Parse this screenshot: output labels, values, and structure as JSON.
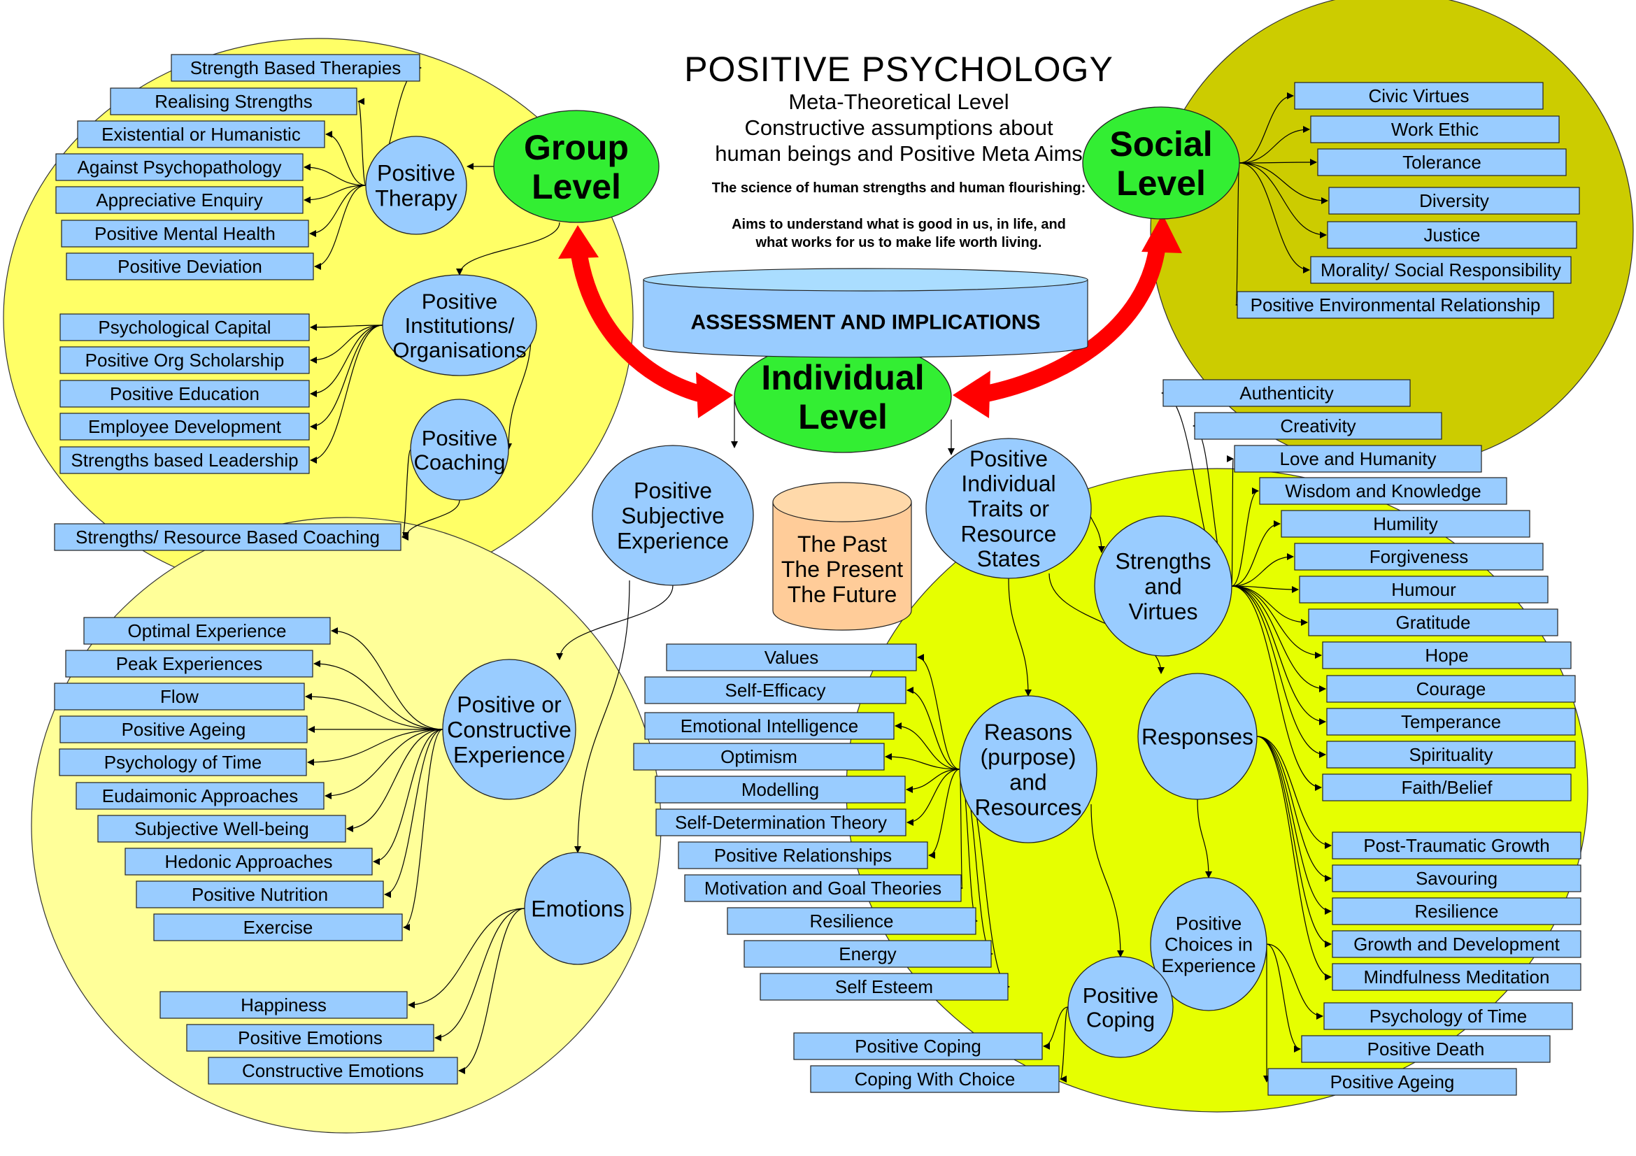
{
  "header": {
    "title": "POSITIVE PSYCHOLOGY",
    "subtitle_lines": [
      "Meta-Theoretical Level",
      "Constructive assumptions about",
      "human beings and Positive Meta Aims"
    ],
    "science_line": "The science of human strengths and human flourishing:",
    "aims_lines": [
      "Aims to understand what is good in us, in life, and",
      "what works for us to make life worth living."
    ]
  },
  "colors": {
    "level_node": "#33ee33",
    "concept_node": "#99ccff",
    "item_box": "#99ccff",
    "group_region": "#ffff66",
    "experience_region": "#ffff99",
    "individual_region": "#e6ff00",
    "social_region": "#cccc00",
    "arrow_main": "#ff0000",
    "time_cylinder": "#ffcc99",
    "assessment_cylinder": "#99ccff"
  },
  "levels": {
    "group": [
      "Group",
      "Level"
    ],
    "social": [
      "Social",
      "Level"
    ],
    "individual": [
      "Individual",
      "Level"
    ]
  },
  "assessment": "ASSESSMENT AND IMPLICATIONS",
  "time_cylinder": [
    "The Past",
    "The Present",
    "The Future"
  ],
  "concepts": {
    "positive_therapy": [
      "Positive",
      "Therapy"
    ],
    "positive_institutions": [
      "Positive",
      "Institutions/",
      "Organisations"
    ],
    "positive_coaching": [
      "Positive",
      "Coaching"
    ],
    "positive_subjective_experience": [
      "Positive",
      "Subjective",
      "Experience"
    ],
    "positive_constructive_experience": [
      "Positive or",
      "Constructive",
      "Experience"
    ],
    "emotions": [
      "Emotions"
    ],
    "positive_individual_traits": [
      "Positive",
      "Individual",
      "Traits or",
      "Resource",
      "States"
    ],
    "strengths_and_virtues": [
      "Strengths",
      "and",
      "Virtues"
    ],
    "reasons_and_resources": [
      "Reasons",
      "(purpose)",
      "and",
      "Resources"
    ],
    "responses": [
      "Responses"
    ],
    "positive_choices": [
      "Positive",
      "Choices in",
      "Experience"
    ],
    "positive_coping": [
      "Positive",
      "Coping"
    ]
  },
  "groups": {
    "therapy": [
      "Strength Based Therapies",
      "Realising Strengths",
      "Existential or Humanistic",
      "Against Psychopathology",
      "Appreciative Enquiry",
      "Positive Mental Health",
      "Positive Deviation"
    ],
    "institutions": [
      "Psychological Capital",
      "Positive Org Scholarship",
      "Positive Education",
      "Employee Development",
      "Strengths based Leadership"
    ],
    "coaching": [
      "Strengths/ Resource Based Coaching"
    ],
    "experience": [
      "Optimal Experience",
      "Peak Experiences",
      "Flow",
      "Positive Ageing",
      "Psychology of Time",
      "Eudaimonic Approaches",
      "Subjective Well-being",
      "Hedonic Approaches",
      "Positive Nutrition",
      "Exercise"
    ],
    "emotions": [
      "Happiness",
      "Positive Emotions",
      "Constructive Emotions"
    ],
    "social": [
      "Civic Virtues",
      "Work Ethic",
      "Tolerance",
      "Diversity",
      "Justice",
      "Morality/ Social Responsibility",
      "Positive Environmental Relationship"
    ],
    "strengths": [
      "Authenticity",
      "Creativity",
      "Love and Humanity",
      "Wisdom and Knowledge",
      "Humility",
      "Forgiveness",
      "Humour",
      "Gratitude",
      "Hope",
      "Courage",
      "Temperance",
      "Spirituality",
      "Faith/Belief"
    ],
    "reasons": [
      "Values",
      "Self-Efficacy",
      "Emotional Intelligence",
      "Optimism",
      "Modelling",
      "Self-Determination Theory",
      "Positive Relationships",
      "Motivation and Goal Theories",
      "Resilience",
      "Energy",
      "Self Esteem"
    ],
    "responses": [
      "Post-Traumatic Growth",
      "Savouring",
      "Resilience",
      "Growth and Development",
      "Mindfulness Meditation"
    ],
    "choices": [
      "Psychology of Time",
      "Positive Death",
      "Positive Ageing"
    ],
    "coping": [
      "Positive Coping",
      "Coping With Choice"
    ]
  }
}
